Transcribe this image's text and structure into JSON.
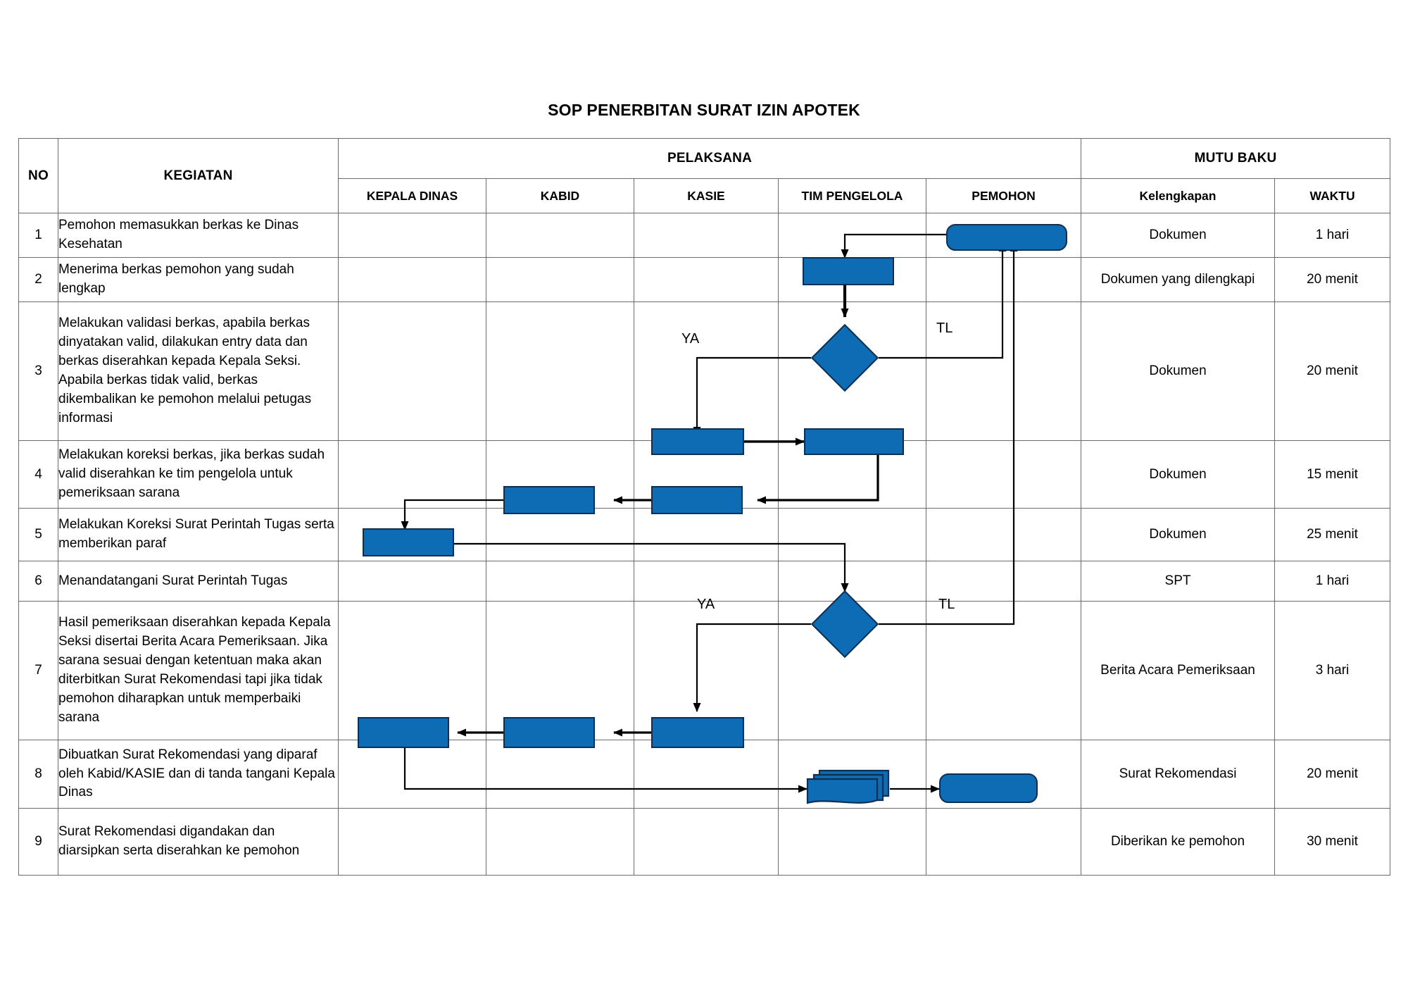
{
  "document": {
    "title": "SOP PENERBITAN SURAT IZIN APOTEK"
  },
  "table": {
    "headers": {
      "no": "NO",
      "activity": "KEGIATAN",
      "executor_group": "PELAKSANA",
      "quality_group": "MUTU BAKU",
      "executors": [
        "KEPALA DINAS",
        "KABID",
        "KASIE",
        "TIM PENGELOLA",
        "PEMOHON"
      ],
      "completeness": "Kelengkapan",
      "time": "WAKTU"
    },
    "rows": [
      {
        "no": "1",
        "activity": "Pemohon memasukkan berkas ke Dinas Kesehatan",
        "completeness": "Dokumen",
        "time": "1 hari"
      },
      {
        "no": "2",
        "activity": "Menerima berkas pemohon yang sudah lengkap",
        "completeness": "Dokumen yang dilengkapi",
        "time": "20 menit"
      },
      {
        "no": "3",
        "activity": "Melakukan validasi berkas, apabila berkas dinyatakan valid, dilakukan entry data dan berkas diserahkan kepada Kepala Seksi. Apabila berkas tidak valid, berkas dikembalikan ke pemohon melalui petugas informasi",
        "completeness": "Dokumen",
        "time": "20 menit"
      },
      {
        "no": "4",
        "activity": "Melakukan koreksi berkas, jika berkas sudah valid diserahkan ke tim pengelola untuk pemeriksaan sarana",
        "completeness": "Dokumen",
        "time": "15 menit"
      },
      {
        "no": "5",
        "activity": "Melakukan Koreksi Surat Perintah Tugas serta memberikan paraf",
        "completeness": "Dokumen",
        "time": "25 menit"
      },
      {
        "no": "6",
        "activity": "Menandatangani Surat Perintah Tugas",
        "completeness": "SPT",
        "time": "1 hari"
      },
      {
        "no": "7",
        "activity": "Hasil pemeriksaan diserahkan kepada Kepala Seksi disertai Berita Acara Pemeriksaan. Jika sarana sesuai dengan ketentuan maka akan diterbitkan Surat Rekomendasi tapi jika tidak pemohon diharapkan untuk memperbaiki sarana",
        "completeness": "Berita Acara Pemeriksaan",
        "time": "3 hari"
      },
      {
        "no": "8",
        "activity": "Dibuatkan Surat Rekomendasi yang diparaf oleh Kabid/KASIE dan di tanda tangani Kepala Dinas",
        "completeness": "Surat Rekomendasi",
        "time": "20 menit"
      },
      {
        "no": "9",
        "activity": "Surat Rekomendasi digandakan dan diarsipkan serta diserahkan ke pemohon",
        "completeness": "Diberikan ke pemohon",
        "time": "30 menit"
      }
    ]
  },
  "flow": {
    "shape_fill": "#0d6cb4",
    "shape_stroke": "#0f2f52",
    "connector_color": "#000000",
    "branch_labels": {
      "yes": "YA",
      "no": "TL"
    },
    "nodes": [
      {
        "id": "n1",
        "row": "1",
        "lane": "PEMOHON",
        "shape": "rounded-rectangle"
      },
      {
        "id": "n2",
        "row": "2",
        "lane": "TIM PENGELOLA",
        "shape": "rectangle"
      },
      {
        "id": "n3",
        "row": "3",
        "lane": "TIM PENGELOLA",
        "shape": "decision"
      },
      {
        "id": "n4a",
        "row": "4",
        "lane": "KASIE",
        "shape": "rectangle"
      },
      {
        "id": "n4b",
        "row": "4",
        "lane": "TIM PENGELOLA",
        "shape": "rectangle"
      },
      {
        "id": "n5a",
        "row": "5",
        "lane": "KABID",
        "shape": "rectangle"
      },
      {
        "id": "n5b",
        "row": "5",
        "lane": "KASIE",
        "shape": "rectangle"
      },
      {
        "id": "n6",
        "row": "6",
        "lane": "KEPALA DINAS",
        "shape": "rectangle"
      },
      {
        "id": "n7",
        "row": "7",
        "lane": "TIM PENGELOLA",
        "shape": "decision"
      },
      {
        "id": "n8a",
        "row": "8",
        "lane": "KEPALA DINAS",
        "shape": "rectangle"
      },
      {
        "id": "n8b",
        "row": "8",
        "lane": "KABID",
        "shape": "rectangle"
      },
      {
        "id": "n8c",
        "row": "8",
        "lane": "KASIE",
        "shape": "rectangle"
      },
      {
        "id": "n9a",
        "row": "9",
        "lane": "TIM PENGELOLA",
        "shape": "multidocument"
      },
      {
        "id": "n9b",
        "row": "9",
        "lane": "PEMOHON",
        "shape": "rounded-rectangle"
      }
    ]
  }
}
